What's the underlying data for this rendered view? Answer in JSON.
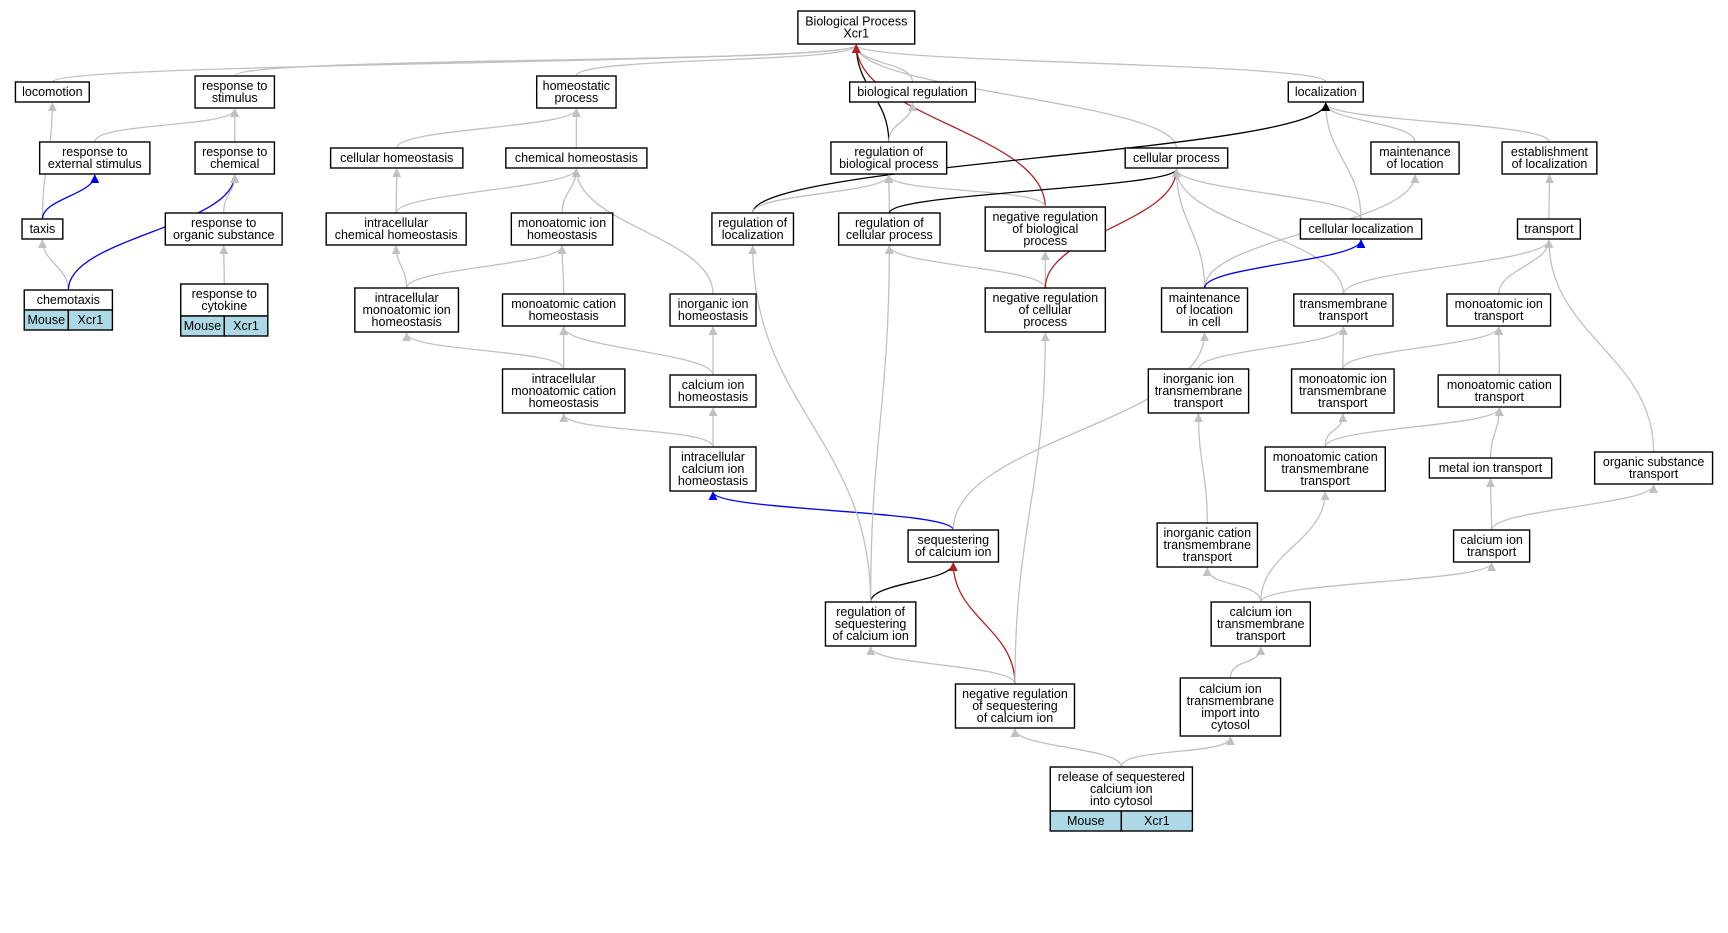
{
  "colors": {
    "edge_default": "#c0c0c0",
    "edge_black": "#000000",
    "edge_blue": "#0000ee",
    "edge_red": "#b22222",
    "tag_fill": "#add8e6"
  },
  "nodes": [
    {
      "id": "bp",
      "lines": [
        "Biological Process",
        "Xcr1"
      ]
    },
    {
      "id": "locomotion",
      "lines": [
        "locomotion"
      ]
    },
    {
      "id": "resp_stim",
      "lines": [
        "response to",
        "stimulus"
      ]
    },
    {
      "id": "homeo_proc",
      "lines": [
        "homeostatic",
        "process"
      ]
    },
    {
      "id": "bio_reg",
      "lines": [
        "biological regulation"
      ]
    },
    {
      "id": "localization",
      "lines": [
        "localization"
      ]
    },
    {
      "id": "resp_ext",
      "lines": [
        "response to",
        "external stimulus"
      ]
    },
    {
      "id": "resp_chem",
      "lines": [
        "response to",
        "chemical"
      ]
    },
    {
      "id": "cell_homeo",
      "lines": [
        "cellular homeostasis"
      ]
    },
    {
      "id": "chem_homeo",
      "lines": [
        "chemical homeostasis"
      ]
    },
    {
      "id": "reg_bio",
      "lines": [
        "regulation of",
        "biological process"
      ]
    },
    {
      "id": "cell_proc",
      "lines": [
        "cellular process"
      ]
    },
    {
      "id": "maint_loc",
      "lines": [
        "maintenance",
        "of location"
      ]
    },
    {
      "id": "estab_loc",
      "lines": [
        "establishment",
        "of localization"
      ]
    },
    {
      "id": "taxis",
      "lines": [
        "taxis"
      ]
    },
    {
      "id": "resp_org",
      "lines": [
        "response to",
        "organic substance"
      ]
    },
    {
      "id": "intra_chem",
      "lines": [
        "intracellular",
        "chemical homeostasis"
      ]
    },
    {
      "id": "mono_ion_homeo",
      "lines": [
        "monoatomic ion",
        "homeostasis"
      ]
    },
    {
      "id": "reg_loc",
      "lines": [
        "regulation of",
        "localization"
      ]
    },
    {
      "id": "reg_cell",
      "lines": [
        "regulation of",
        "cellular process"
      ]
    },
    {
      "id": "neg_bio",
      "lines": [
        "negative regulation",
        "of biological",
        "process"
      ]
    },
    {
      "id": "cell_loc",
      "lines": [
        "cellular localization"
      ]
    },
    {
      "id": "transport",
      "lines": [
        "transport"
      ]
    },
    {
      "id": "chemotaxis",
      "lines": [
        "chemotaxis"
      ],
      "tags": [
        "Mouse",
        "Xcr1"
      ]
    },
    {
      "id": "resp_cyto",
      "lines": [
        "response to",
        "cytokine"
      ],
      "tags": [
        "Mouse",
        "Xcr1"
      ]
    },
    {
      "id": "intra_mono_ion",
      "lines": [
        "intracellular",
        "monoatomic ion",
        "homeostasis"
      ]
    },
    {
      "id": "mono_cat_homeo",
      "lines": [
        "monoatomic cation",
        "homeostasis"
      ]
    },
    {
      "id": "inorg_ion_homeo",
      "lines": [
        "inorganic ion",
        "homeostasis"
      ]
    },
    {
      "id": "neg_cell",
      "lines": [
        "negative regulation",
        "of cellular",
        "process"
      ]
    },
    {
      "id": "maint_loc_cell",
      "lines": [
        "maintenance",
        "of location",
        "in cell"
      ]
    },
    {
      "id": "tm_transport",
      "lines": [
        "transmembrane",
        "transport"
      ]
    },
    {
      "id": "mono_ion_transport",
      "lines": [
        "monoatomic ion",
        "transport"
      ]
    },
    {
      "id": "intra_mono_cat",
      "lines": [
        "intracellular",
        "monoatomic cation",
        "homeostasis"
      ]
    },
    {
      "id": "ca_ion_homeo",
      "lines": [
        "calcium ion",
        "homeostasis"
      ]
    },
    {
      "id": "inorg_ion_tm",
      "lines": [
        "inorganic ion",
        "transmembrane",
        "transport"
      ]
    },
    {
      "id": "mono_ion_tm",
      "lines": [
        "monoatomic ion",
        "transmembrane",
        "transport"
      ]
    },
    {
      "id": "mono_cat_transport",
      "lines": [
        "monoatomic cation",
        "transport"
      ]
    },
    {
      "id": "intra_ca_homeo",
      "lines": [
        "intracellular",
        "calcium ion",
        "homeostasis"
      ]
    },
    {
      "id": "mono_cat_tm",
      "lines": [
        "monoatomic cation",
        "transmembrane",
        "transport"
      ]
    },
    {
      "id": "metal_ion_transport",
      "lines": [
        "metal ion transport"
      ]
    },
    {
      "id": "org_sub_transport",
      "lines": [
        "organic substance",
        "transport"
      ]
    },
    {
      "id": "seq_ca",
      "lines": [
        "sequestering",
        "of calcium ion"
      ]
    },
    {
      "id": "inorg_cat_tm",
      "lines": [
        "inorganic cation",
        "transmembrane",
        "transport"
      ]
    },
    {
      "id": "ca_ion_transport",
      "lines": [
        "calcium ion",
        "transport"
      ]
    },
    {
      "id": "reg_seq_ca",
      "lines": [
        "regulation of",
        "sequestering",
        "of calcium ion"
      ]
    },
    {
      "id": "ca_tm_transport",
      "lines": [
        "calcium ion",
        "transmembrane",
        "transport"
      ]
    },
    {
      "id": "neg_reg_seq_ca",
      "lines": [
        "negative regulation",
        "of sequestering",
        "of calcium ion"
      ]
    },
    {
      "id": "ca_tm_import",
      "lines": [
        "calcium ion",
        "transmembrane",
        "import into",
        "cytosol"
      ]
    },
    {
      "id": "release_seq_ca",
      "lines": [
        "release of sequestered",
        "calcium ion",
        "into cytosol"
      ],
      "tags": [
        "Mouse",
        "Xcr1"
      ]
    }
  ],
  "edges": [
    {
      "from": "locomotion",
      "to": "bp",
      "type": "default"
    },
    {
      "from": "resp_stim",
      "to": "bp",
      "type": "default"
    },
    {
      "from": "homeo_proc",
      "to": "bp",
      "type": "default"
    },
    {
      "from": "bio_reg",
      "to": "bp",
      "type": "default"
    },
    {
      "from": "localization",
      "to": "bp",
      "type": "default"
    },
    {
      "from": "cell_proc",
      "to": "bp",
      "type": "default"
    },
    {
      "from": "reg_bio",
      "to": "bp",
      "type": "black"
    },
    {
      "from": "neg_bio",
      "to": "bp",
      "type": "red"
    },
    {
      "from": "resp_ext",
      "to": "resp_stim",
      "type": "default"
    },
    {
      "from": "resp_chem",
      "to": "resp_stim",
      "type": "default"
    },
    {
      "from": "cell_homeo",
      "to": "homeo_proc",
      "type": "default"
    },
    {
      "from": "chem_homeo",
      "to": "homeo_proc",
      "type": "default"
    },
    {
      "from": "reg_bio",
      "to": "bio_reg",
      "type": "default"
    },
    {
      "from": "maint_loc",
      "to": "localization",
      "type": "default"
    },
    {
      "from": "estab_loc",
      "to": "localization",
      "type": "default"
    },
    {
      "from": "cell_loc",
      "to": "localization",
      "type": "default"
    },
    {
      "from": "reg_loc",
      "to": "localization",
      "type": "black"
    },
    {
      "from": "taxis",
      "to": "locomotion",
      "type": "default"
    },
    {
      "from": "taxis",
      "to": "resp_ext",
      "type": "blue"
    },
    {
      "from": "chemotaxis",
      "to": "taxis",
      "type": "default"
    },
    {
      "from": "chemotaxis",
      "to": "resp_chem",
      "type": "blue"
    },
    {
      "from": "resp_org",
      "to": "resp_chem",
      "type": "default"
    },
    {
      "from": "resp_cyto",
      "to": "resp_org",
      "type": "default"
    },
    {
      "from": "intra_chem",
      "to": "cell_homeo",
      "type": "default"
    },
    {
      "from": "intra_chem",
      "to": "chem_homeo",
      "type": "default"
    },
    {
      "from": "mono_ion_homeo",
      "to": "chem_homeo",
      "type": "default"
    },
    {
      "from": "inorg_ion_homeo",
      "to": "chem_homeo",
      "type": "default"
    },
    {
      "from": "intra_mono_ion",
      "to": "intra_chem",
      "type": "default"
    },
    {
      "from": "intra_mono_ion",
      "to": "mono_ion_homeo",
      "type": "default"
    },
    {
      "from": "mono_cat_homeo",
      "to": "mono_ion_homeo",
      "type": "default"
    },
    {
      "from": "intra_mono_cat",
      "to": "intra_mono_ion",
      "type": "default"
    },
    {
      "from": "intra_mono_cat",
      "to": "mono_cat_homeo",
      "type": "default"
    },
    {
      "from": "ca_ion_homeo",
      "to": "mono_cat_homeo",
      "type": "default"
    },
    {
      "from": "ca_ion_homeo",
      "to": "inorg_ion_homeo",
      "type": "default"
    },
    {
      "from": "intra_ca_homeo",
      "to": "intra_mono_cat",
      "type": "default"
    },
    {
      "from": "intra_ca_homeo",
      "to": "ca_ion_homeo",
      "type": "default"
    },
    {
      "from": "seq_ca",
      "to": "intra_ca_homeo",
      "type": "blue"
    },
    {
      "from": "reg_loc",
      "to": "reg_bio",
      "type": "default"
    },
    {
      "from": "reg_cell",
      "to": "reg_bio",
      "type": "default"
    },
    {
      "from": "neg_bio",
      "to": "reg_bio",
      "type": "default"
    },
    {
      "from": "reg_cell",
      "to": "cell_proc",
      "type": "black"
    },
    {
      "from": "neg_cell",
      "to": "reg_cell",
      "type": "default"
    },
    {
      "from": "neg_cell",
      "to": "neg_bio",
      "type": "default"
    },
    {
      "from": "neg_cell",
      "to": "cell_proc",
      "type": "red"
    },
    {
      "from": "cell_loc",
      "to": "cell_proc",
      "type": "default"
    },
    {
      "from": "maint_loc_cell",
      "to": "cell_proc",
      "type": "default"
    },
    {
      "from": "tm_transport",
      "to": "cell_proc",
      "type": "default"
    },
    {
      "from": "maint_loc_cell",
      "to": "maint_loc",
      "type": "default"
    },
    {
      "from": "maint_loc_cell",
      "to": "cell_loc",
      "type": "blue"
    },
    {
      "from": "transport",
      "to": "estab_loc",
      "type": "default"
    },
    {
      "from": "tm_transport",
      "to": "transport",
      "type": "default"
    },
    {
      "from": "mono_ion_transport",
      "to": "transport",
      "type": "default"
    },
    {
      "from": "org_sub_transport",
      "to": "transport",
      "type": "default"
    },
    {
      "from": "inorg_ion_tm",
      "to": "tm_transport",
      "type": "default"
    },
    {
      "from": "mono_ion_tm",
      "to": "tm_transport",
      "type": "default"
    },
    {
      "from": "mono_ion_tm",
      "to": "mono_ion_transport",
      "type": "default"
    },
    {
      "from": "mono_cat_transport",
      "to": "mono_ion_transport",
      "type": "default"
    },
    {
      "from": "mono_cat_tm",
      "to": "mono_ion_tm",
      "type": "default"
    },
    {
      "from": "mono_cat_tm",
      "to": "mono_cat_transport",
      "type": "default"
    },
    {
      "from": "metal_ion_transport",
      "to": "mono_cat_transport",
      "type": "default"
    },
    {
      "from": "ca_ion_transport",
      "to": "metal_ion_transport",
      "type": "default"
    },
    {
      "from": "ca_ion_transport",
      "to": "org_sub_transport",
      "type": "default"
    },
    {
      "from": "inorg_cat_tm",
      "to": "inorg_ion_tm",
      "type": "default"
    },
    {
      "from": "ca_tm_transport",
      "to": "inorg_cat_tm",
      "type": "default"
    },
    {
      "from": "ca_tm_transport",
      "to": "mono_cat_tm",
      "type": "default"
    },
    {
      "from": "ca_tm_transport",
      "to": "ca_ion_transport",
      "type": "default"
    },
    {
      "from": "ca_tm_import",
      "to": "ca_tm_transport",
      "type": "default"
    },
    {
      "from": "seq_ca",
      "to": "maint_loc_cell",
      "type": "default"
    },
    {
      "from": "reg_seq_ca",
      "to": "seq_ca",
      "type": "black"
    },
    {
      "from": "reg_seq_ca",
      "to": "reg_loc",
      "type": "default"
    },
    {
      "from": "reg_seq_ca",
      "to": "reg_cell",
      "type": "default"
    },
    {
      "from": "neg_reg_seq_ca",
      "to": "reg_seq_ca",
      "type": "default"
    },
    {
      "from": "neg_reg_seq_ca",
      "to": "seq_ca",
      "type": "red"
    },
    {
      "from": "neg_reg_seq_ca",
      "to": "neg_cell",
      "type": "default"
    },
    {
      "from": "release_seq_ca",
      "to": "neg_reg_seq_ca",
      "type": "default"
    },
    {
      "from": "release_seq_ca",
      "to": "ca_tm_import",
      "type": "default"
    }
  ]
}
